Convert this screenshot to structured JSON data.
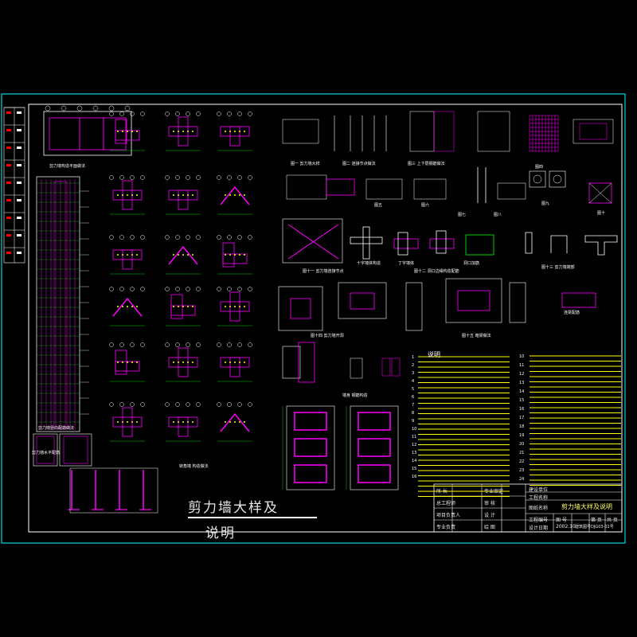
{
  "sheet": {
    "title_line1": "剪力墙大样及",
    "title_line2": "说明",
    "notes_heading": "说明"
  },
  "title_block": {
    "col1": [
      "所  长",
      "总工程师",
      "项目负责人",
      "专业负责"
    ],
    "col2": [
      "专业审定",
      "审  核",
      "设  计",
      "绘  图"
    ],
    "right_top": [
      "建设单位",
      "工程名称"
    ],
    "drawing_name_label": "图纸名称",
    "drawing_name": "剪力墙大样及说明",
    "row_project_no": "工程编号",
    "row_sheet_no": "图 号",
    "row_sheets": "第 页",
    "row_total": "共 页",
    "row_date_label": "设计日期",
    "row_date": "2002.10",
    "row_code": "建筑图号DJG03-01号"
  },
  "detail_labels": [
    "剪力墙构造平面做法",
    "剪力墙竖向配筋做法",
    "剪力墙水平配筋",
    "图一 剪力墙大样",
    "图二 连接节点做法",
    "图三 上下层钢筋做法",
    "图四",
    "图五",
    "图六",
    "图七",
    "图八",
    "图九",
    "图十",
    "图十一 剪力墙连接节点",
    "图十二 洞口边缘构造配筋",
    "图十三 剪力墙端部",
    "图十四 剪力墙开洞",
    "图十五 暗梁做法",
    "转角墙 构造做法",
    "墙身 钢筋构造",
    "十字墙体构造",
    "丁字墙体",
    "洞口加筋",
    "连梁配筋"
  ],
  "colors": {
    "background": "#000000",
    "frame": "#00ffff",
    "outline": "#ffffff",
    "rebar": "#ff00ff",
    "dimension": "#00ff00",
    "text_accent": "#ffff00",
    "marker": "#ff0000"
  }
}
